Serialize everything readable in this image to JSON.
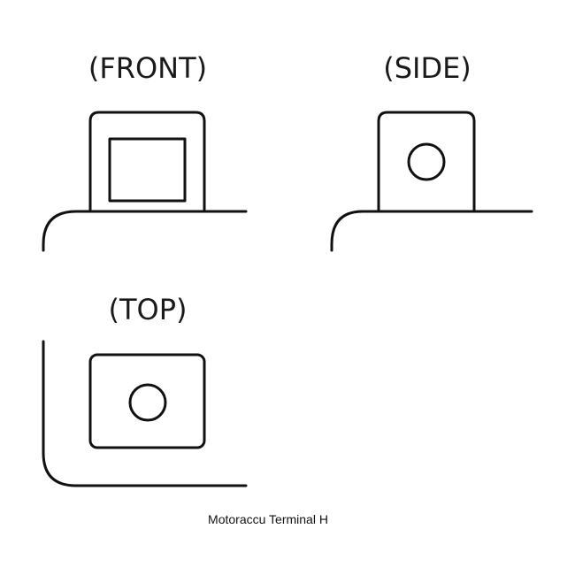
{
  "views": {
    "front": {
      "label": "(FRONT)"
    },
    "side": {
      "label": "(SIDE)"
    },
    "top": {
      "label": "(TOP)"
    }
  },
  "caption": "Motoraccu Terminal H",
  "colors": {
    "line": "#111111",
    "background": "#ffffff"
  }
}
